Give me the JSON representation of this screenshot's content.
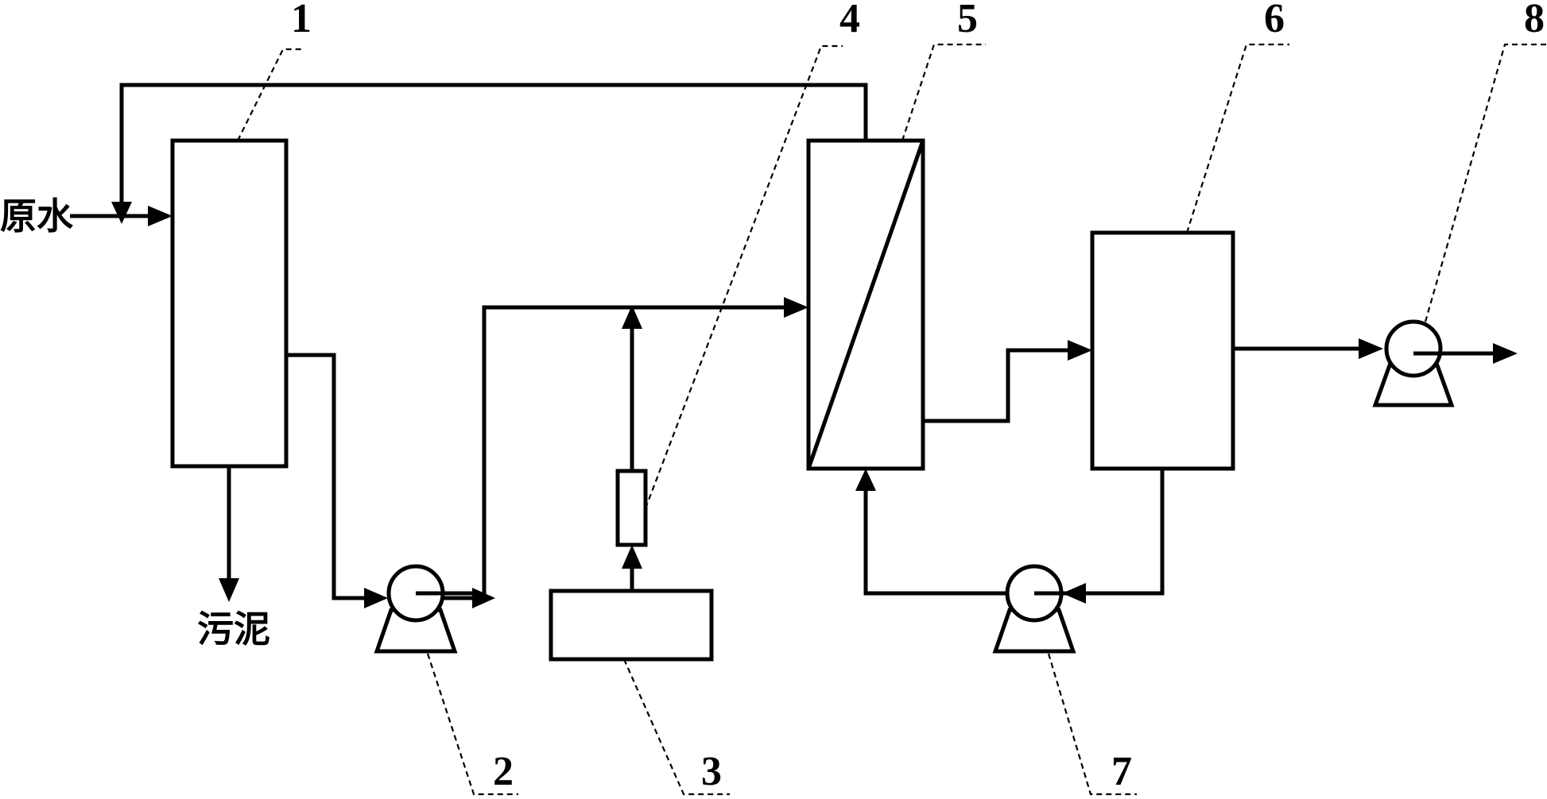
{
  "labels": {
    "raw_water": "原水",
    "sludge": "污泥"
  },
  "components": [
    {
      "id": "1",
      "label": "1"
    },
    {
      "id": "2",
      "label": "2"
    },
    {
      "id": "3",
      "label": "3"
    },
    {
      "id": "4",
      "label": "4"
    },
    {
      "id": "5",
      "label": "5"
    },
    {
      "id": "6",
      "label": "6"
    },
    {
      "id": "7",
      "label": "7"
    },
    {
      "id": "8",
      "label": "8"
    }
  ]
}
